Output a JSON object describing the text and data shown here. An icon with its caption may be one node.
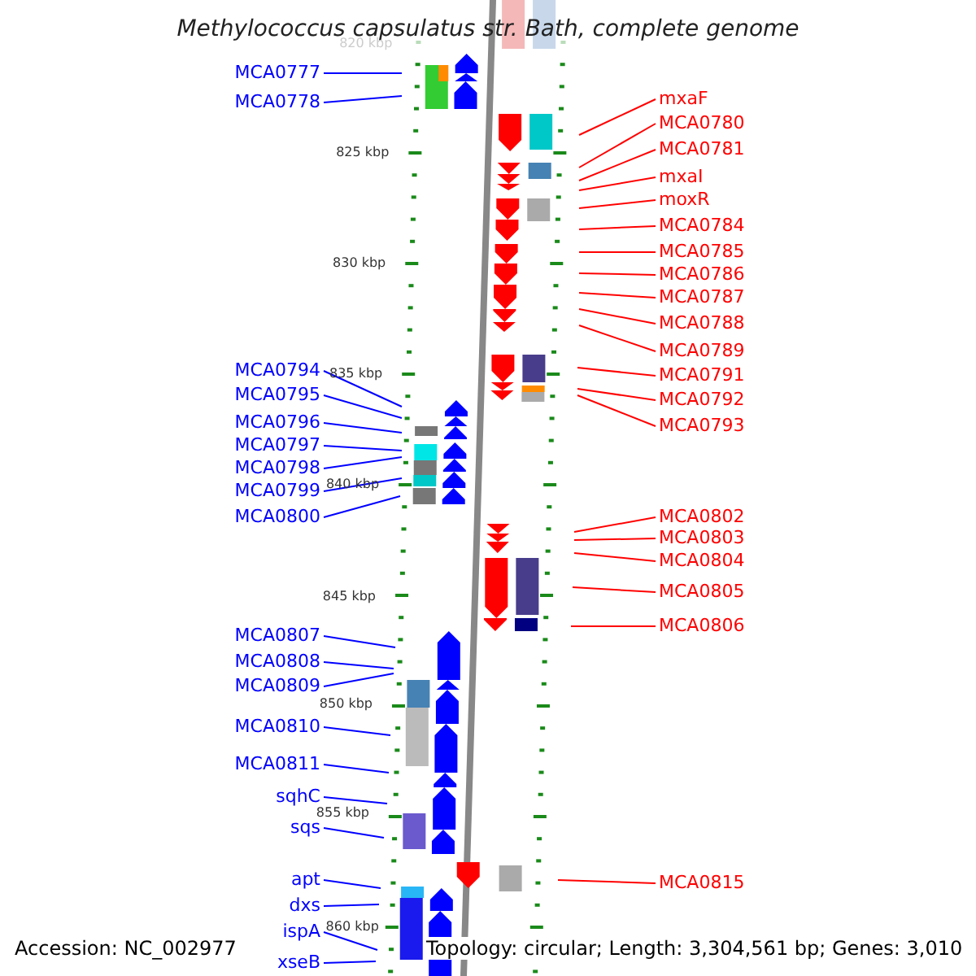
{
  "diagram": {
    "title": "Methylococcus capsulatus str. Bath, complete genome",
    "nodes": [
      {
        "text": [
          "MCA0777"
        ]
      },
      {
        "text": [
          "MCA0778"
        ]
      },
      {
        "text": [
          "MCA0794"
        ]
      },
      {
        "text": [
          "MCA0795"
        ]
      },
      {
        "text": [
          "MCA0796"
        ]
      },
      {
        "text": [
          "MCA0797"
        ]
      },
      {
        "text": [
          "MCA0798"
        ]
      },
      {
        "text": [
          "MCA0799"
        ]
      },
      {
        "text": [
          "MCA0800"
        ]
      },
      {
        "text": [
          "MCA0807"
        ]
      },
      {
        "text": [
          "MCA0808"
        ]
      },
      {
        "text": [
          "MCA0809"
        ]
      },
      {
        "text": [
          "MCA0810"
        ]
      },
      {
        "text": [
          "MCA0811"
        ]
      },
      {
        "text": [
          "sqhC"
        ]
      },
      {
        "text": [
          "sqs"
        ]
      },
      {
        "text": [
          "apt"
        ]
      },
      {
        "text": [
          "dxs"
        ]
      },
      {
        "text": [
          "ispA"
        ]
      },
      {
        "text": [
          "xseB"
        ]
      },
      {
        "text": [
          "mxaF"
        ]
      },
      {
        "text": [
          "MCA0780"
        ]
      },
      {
        "text": [
          "MCA0781"
        ]
      },
      {
        "text": [
          "mxaI"
        ]
      },
      {
        "text": [
          "moxR"
        ]
      },
      {
        "text": [
          "MCA0784"
        ]
      },
      {
        "text": [
          "MCA0785"
        ]
      },
      {
        "text": [
          "MCA0786"
        ]
      },
      {
        "text": [
          "MCA0787"
        ]
      },
      {
        "text": [
          "MCA0788"
        ]
      },
      {
        "text": [
          "MCA0789"
        ]
      },
      {
        "text": [
          "MCA0791"
        ]
      },
      {
        "text": [
          "MCA0792"
        ]
      },
      {
        "text": [
          "MCA0793"
        ]
      },
      {
        "text": [
          "MCA0802"
        ]
      },
      {
        "text": [
          "MCA0803"
        ]
      },
      {
        "text": [
          "MCA0804"
        ]
      },
      {
        "text": [
          "MCA0805"
        ]
      },
      {
        "text": [
          "MCA0806"
        ]
      },
      {
        "text": [
          "MCA0815"
        ]
      }
    ],
    "edges": [
      {
        "from": 0,
        "to": null,
        "arrow": "none",
        "color": "#0000ff"
      },
      {
        "from": 1,
        "to": null,
        "arrow": "none",
        "color": "#0000ff"
      },
      {
        "from": 2,
        "to": null,
        "arrow": "none",
        "color": "#0000ff"
      },
      {
        "from": 3,
        "to": null,
        "arrow": "none",
        "color": "#0000ff"
      },
      {
        "from": 4,
        "to": null,
        "arrow": "none",
        "color": "#0000ff"
      },
      {
        "from": 5,
        "to": null,
        "arrow": "none",
        "color": "#0000ff"
      },
      {
        "from": 6,
        "to": null,
        "arrow": "none",
        "color": "#0000ff"
      },
      {
        "from": 7,
        "to": null,
        "arrow": "none",
        "color": "#0000ff"
      },
      {
        "from": 8,
        "to": null,
        "arrow": "none",
        "color": "#0000ff"
      },
      {
        "from": 9,
        "to": null,
        "arrow": "none",
        "color": "#0000ff"
      },
      {
        "from": 10,
        "to": null,
        "arrow": "none",
        "color": "#0000ff"
      },
      {
        "from": 11,
        "to": null,
        "arrow": "none",
        "color": "#0000ff"
      },
      {
        "from": 12,
        "to": null,
        "arrow": "none",
        "color": "#0000ff"
      },
      {
        "from": 13,
        "to": null,
        "arrow": "none",
        "color": "#0000ff"
      },
      {
        "from": 14,
        "to": null,
        "arrow": "none",
        "color": "#0000ff"
      },
      {
        "from": 15,
        "to": null,
        "arrow": "none",
        "color": "#0000ff"
      },
      {
        "from": 16,
        "to": null,
        "arrow": "none",
        "color": "#0000ff"
      },
      {
        "from": 17,
        "to": null,
        "arrow": "none",
        "color": "#0000ff"
      },
      {
        "from": 18,
        "to": null,
        "arrow": "none",
        "color": "#0000ff"
      },
      {
        "from": 19,
        "to": null,
        "arrow": "none",
        "color": "#0000ff"
      },
      {
        "from": 20,
        "to": null,
        "arrow": "none",
        "color": "#ff0000"
      },
      {
        "from": 21,
        "to": null,
        "arrow": "none",
        "color": "#ff0000"
      },
      {
        "from": 22,
        "to": null,
        "arrow": "none",
        "color": "#ff0000"
      },
      {
        "from": 23,
        "to": null,
        "arrow": "none",
        "color": "#ff0000"
      },
      {
        "from": 24,
        "to": null,
        "arrow": "none",
        "color": "#ff0000"
      },
      {
        "from": 25,
        "to": null,
        "arrow": "none",
        "color": "#ff0000"
      },
      {
        "from": 26,
        "to": null,
        "arrow": "none",
        "color": "#ff0000"
      },
      {
        "from": 27,
        "to": null,
        "arrow": "none",
        "color": "#ff0000"
      },
      {
        "from": 28,
        "to": null,
        "arrow": "none",
        "color": "#ff0000"
      },
      {
        "from": 29,
        "to": null,
        "arrow": "none",
        "color": "#ff0000"
      },
      {
        "from": 30,
        "to": null,
        "arrow": "none",
        "color": "#ff0000"
      },
      {
        "from": 31,
        "to": null,
        "arrow": "none",
        "color": "#ff0000"
      },
      {
        "from": 32,
        "to": null,
        "arrow": "none",
        "color": "#ff0000"
      },
      {
        "from": 33,
        "to": null,
        "arrow": "none",
        "color": "#ff0000"
      },
      {
        "from": 34,
        "to": null,
        "arrow": "none",
        "color": "#ff0000"
      },
      {
        "from": 35,
        "to": null,
        "arrow": "none",
        "color": "#ff0000"
      },
      {
        "from": 36,
        "to": null,
        "arrow": "none",
        "color": "#ff0000"
      },
      {
        "from": 37,
        "to": null,
        "arrow": "none",
        "color": "#ff0000"
      },
      {
        "from": 38,
        "to": null,
        "arrow": "none",
        "color": "#ff0000"
      },
      {
        "from": 39,
        "to": null,
        "arrow": "none",
        "color": "#ff0000"
      }
    ],
    "labels": [
      "820 kbp",
      "825 kbp",
      "830 kbp",
      "835 kbp",
      "840 kbp",
      "845 kbp",
      "850 kbp",
      "855 kbp",
      "860 kbp",
      "Accession: NC_002977",
      "Topology: circular; Length: 3,304,561 bp; Genes: 3,010"
    ]
  }
}
